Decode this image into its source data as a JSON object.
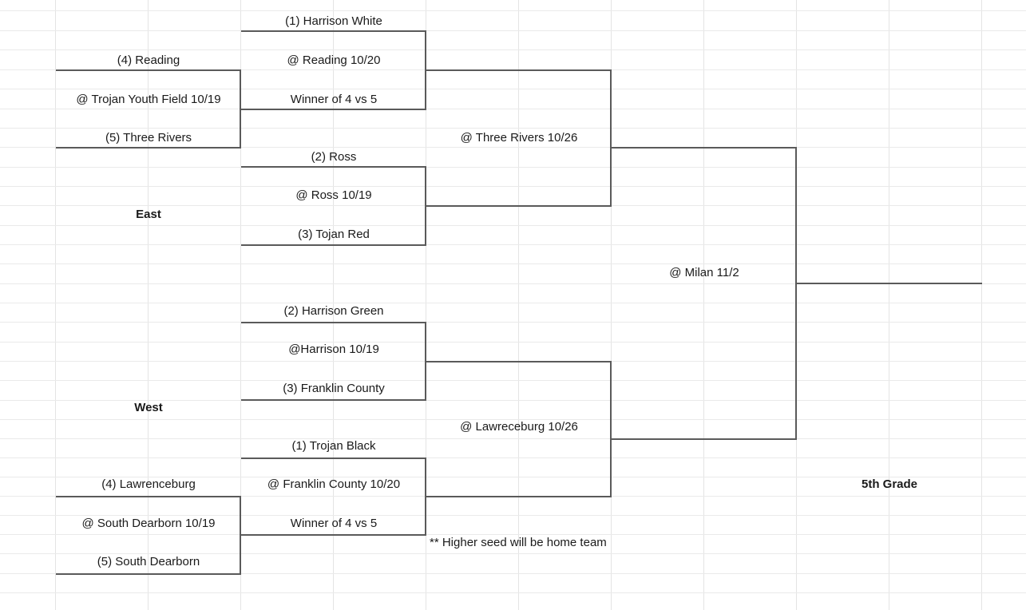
{
  "title": "5th Grade",
  "colors": {
    "bracket_line": "#5a5a5a",
    "grid_line": "#e4e4e4",
    "text": "#1a1a1a",
    "background": "#ffffff"
  },
  "footnote": "** Higher seed will be home team",
  "regions": [
    {
      "name": "East",
      "label": "East",
      "play_in": {
        "top_team": "(4) Reading",
        "site": "@ Trojan Youth Field 10/19",
        "bottom_team": "(5) Three Rivers"
      },
      "semifinals": [
        {
          "top_team": "(1) Harrison White",
          "site": "@ Reading 10/20",
          "bottom_team": "Winner of 4 vs 5"
        },
        {
          "top_team": "(2) Ross",
          "site": "@ Ross 10/19",
          "bottom_team": "(3) Tojan Red"
        }
      ],
      "final_site": "@ Three Rivers 10/26"
    },
    {
      "name": "West",
      "label": "West",
      "play_in": {
        "top_team": "(4) Lawrenceburg",
        "site": "@ South Dearborn 10/19",
        "bottom_team": "(5) South Dearborn"
      },
      "semifinals": [
        {
          "top_team": "(2) Harrison Green",
          "site": "@Harrison 10/19",
          "bottom_team": "(3) Franklin County"
        },
        {
          "top_team": "(1) Trojan Black",
          "site": "@ Franklin County 10/20",
          "bottom_team": "Winner of 4 vs 5"
        }
      ],
      "final_site": "@ Lawreceburg 10/26"
    }
  ],
  "championship": {
    "site": "@ Milan 11/2"
  }
}
